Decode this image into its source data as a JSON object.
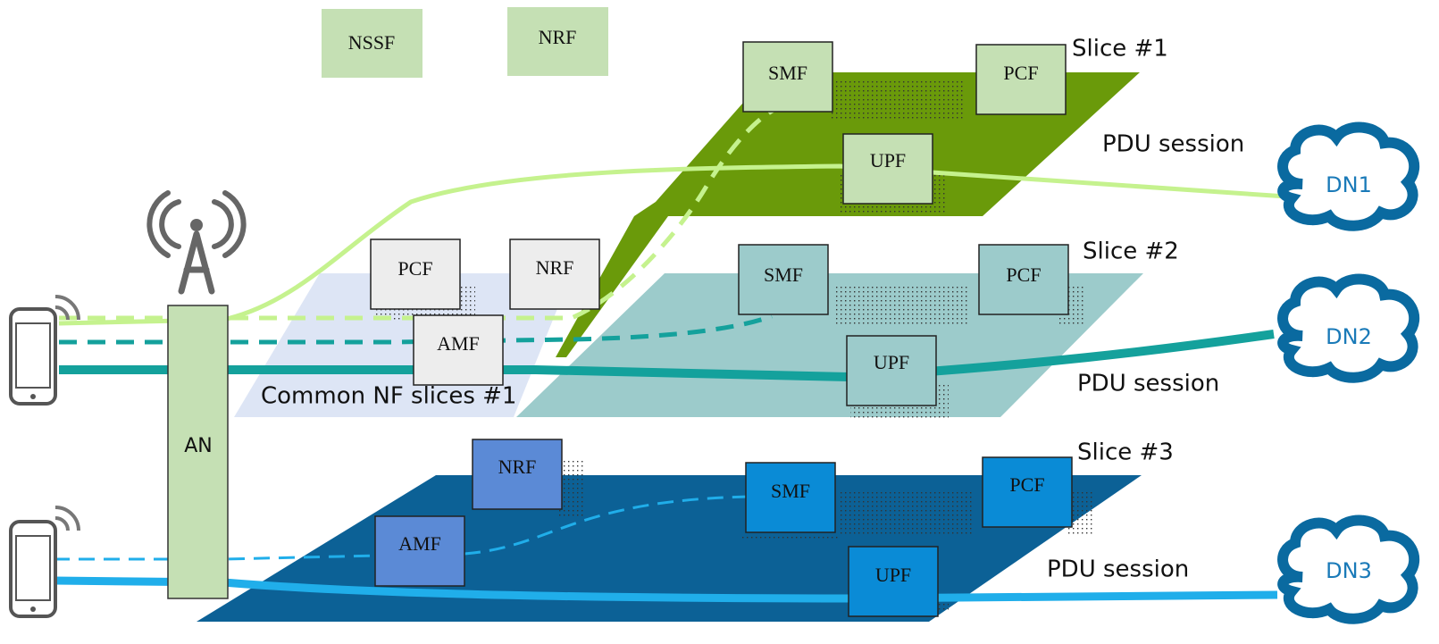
{
  "colors": {
    "slice1_plane": "#6a9a0a",
    "slice1_box": "#c5e0b4",
    "slice1_line": "#c5f28e",
    "slice2_plane": "#9ccbcb",
    "slice2_box": "#9ccbcb",
    "slice2_line": "#14a19c",
    "slice3_plane": "#0c6196",
    "slice3_box_light": "#5b8ad6",
    "slice3_box": "#0a8bd6",
    "slice3_line": "#20aeea",
    "common_plane": "#dde5f5",
    "common_box": "#ededed",
    "cloud_stroke": "#0a6aa0",
    "cloud_text": "#1a7ab8",
    "an_fill": "#c5e0b4"
  },
  "icons": {
    "antenna": "cell-tower-icon",
    "phone": "smartphone-icon",
    "cloud": "cloud-icon"
  },
  "top_nfs": {
    "nssf": "NSSF",
    "nrf": "NRF"
  },
  "access_node": {
    "label": "AN"
  },
  "common_slice": {
    "label": "Common NF slices #1",
    "pcf": "PCF",
    "nrf": "NRF",
    "amf": "AMF"
  },
  "slice1": {
    "label": "Slice #1",
    "smf": "SMF",
    "pcf": "PCF",
    "upf": "UPF",
    "session": "PDU session",
    "dn": "DN1"
  },
  "slice2": {
    "label": "Slice #2",
    "smf": "SMF",
    "pcf": "PCF",
    "upf": "UPF",
    "session": "PDU session",
    "dn": "DN2"
  },
  "slice3": {
    "label": "Slice #3",
    "nrf": "NRF",
    "amf": "AMF",
    "smf": "SMF",
    "pcf": "PCF",
    "upf": "UPF",
    "session": "PDU session",
    "dn": "DN3"
  }
}
